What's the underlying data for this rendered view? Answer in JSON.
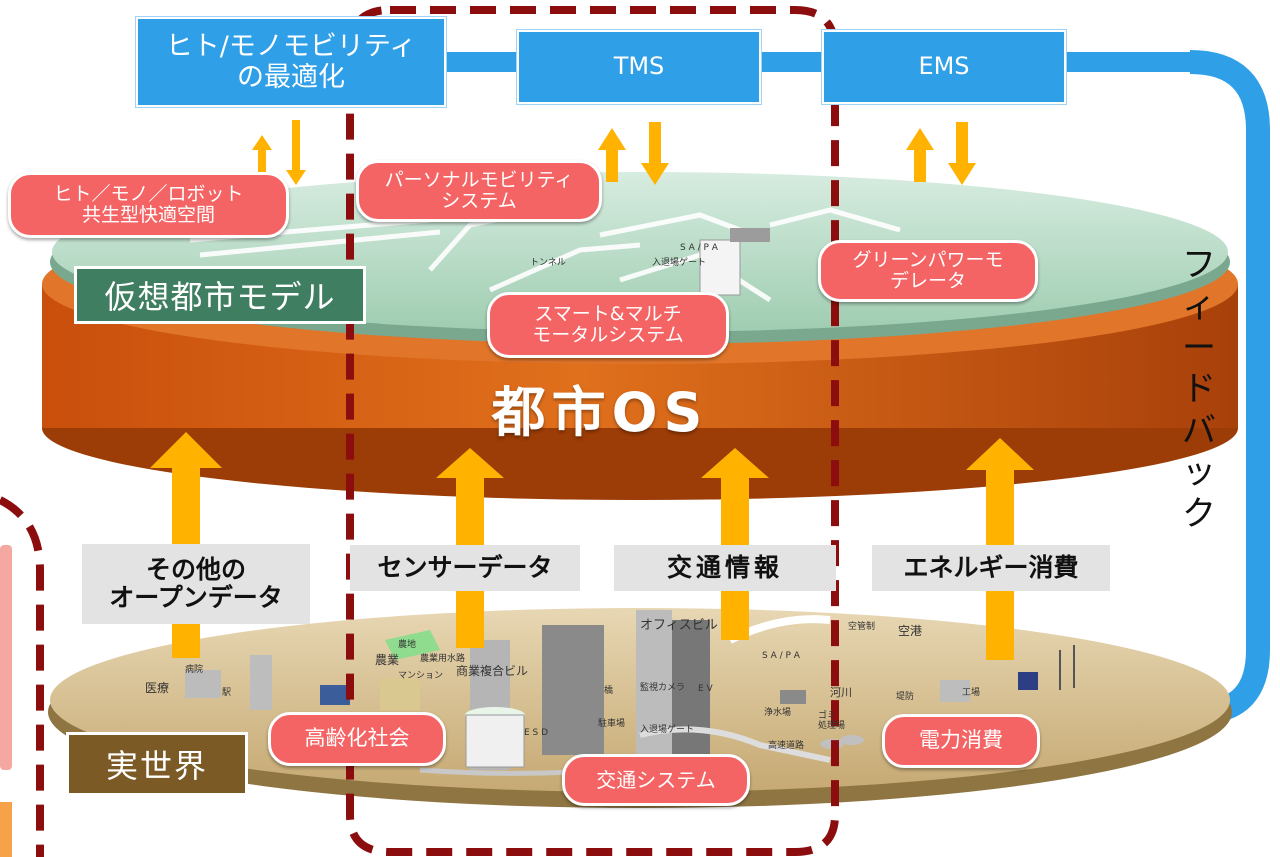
{
  "top_boxes": {
    "mobility": "ヒト/モノモビリティ\nの最適化",
    "tms": "TMS",
    "ems": "EMS"
  },
  "virtual_layer": {
    "label": "仮想都市モデル",
    "callouts": {
      "robot_space": "ヒト／モノ／ロボット\n共生型快適空間",
      "personal_mobility": "パーソナルモビリティ\nシステム",
      "green_power": "グリーンパワーモ\nデレータ",
      "smart_multimodal": "スマート&マルチ\nモータルシステム"
    },
    "map_labels": {
      "tunnel": "トンネル",
      "sapa": "S A / P A",
      "gate": "入退場ゲート"
    }
  },
  "city_os": {
    "label": "都市OS"
  },
  "data_labels": {
    "open_data": "その他の\nオープンデータ",
    "sensor_data": "センサーデータ",
    "traffic_info": "交通情報",
    "energy": "エネルギー消費"
  },
  "feedback": {
    "label": "フィードバック"
  },
  "real_world": {
    "label": "実世界",
    "callouts": {
      "aging": "高齢化社会",
      "traffic_system": "交通システム",
      "power": "電力消費"
    },
    "map_labels": {
      "office": "オフィスビル",
      "commercial": "商業複合ビル",
      "agriculture": "農業",
      "farmland": "農地",
      "irrigation": "農業用水路",
      "mansion": "マンション",
      "medical": "医療",
      "hospital": "病院",
      "airport": "空港",
      "control": "空管制",
      "river": "河川",
      "levee": "堤防",
      "water": "浄水場",
      "garbage": "ゴミ\n処理場",
      "highway": "高速道路",
      "camera": "監視カメラ",
      "gate": "入退場ゲート",
      "sapa": "S A / P A",
      "ev": "E V",
      "esd": "E S D",
      "factory": "工場",
      "station": "駅",
      "parking": "駐車場",
      "bridge": "橋"
    }
  },
  "colors": {
    "blue": "#2f9fe8",
    "arrow_yellow": "#ffb300",
    "pill_red": "#f46464",
    "os_orange": "#d9600f",
    "virtual_green": "#bfe0c9",
    "real_tan": "#d9c49a",
    "dash_maroon": "#8b0d0d"
  }
}
